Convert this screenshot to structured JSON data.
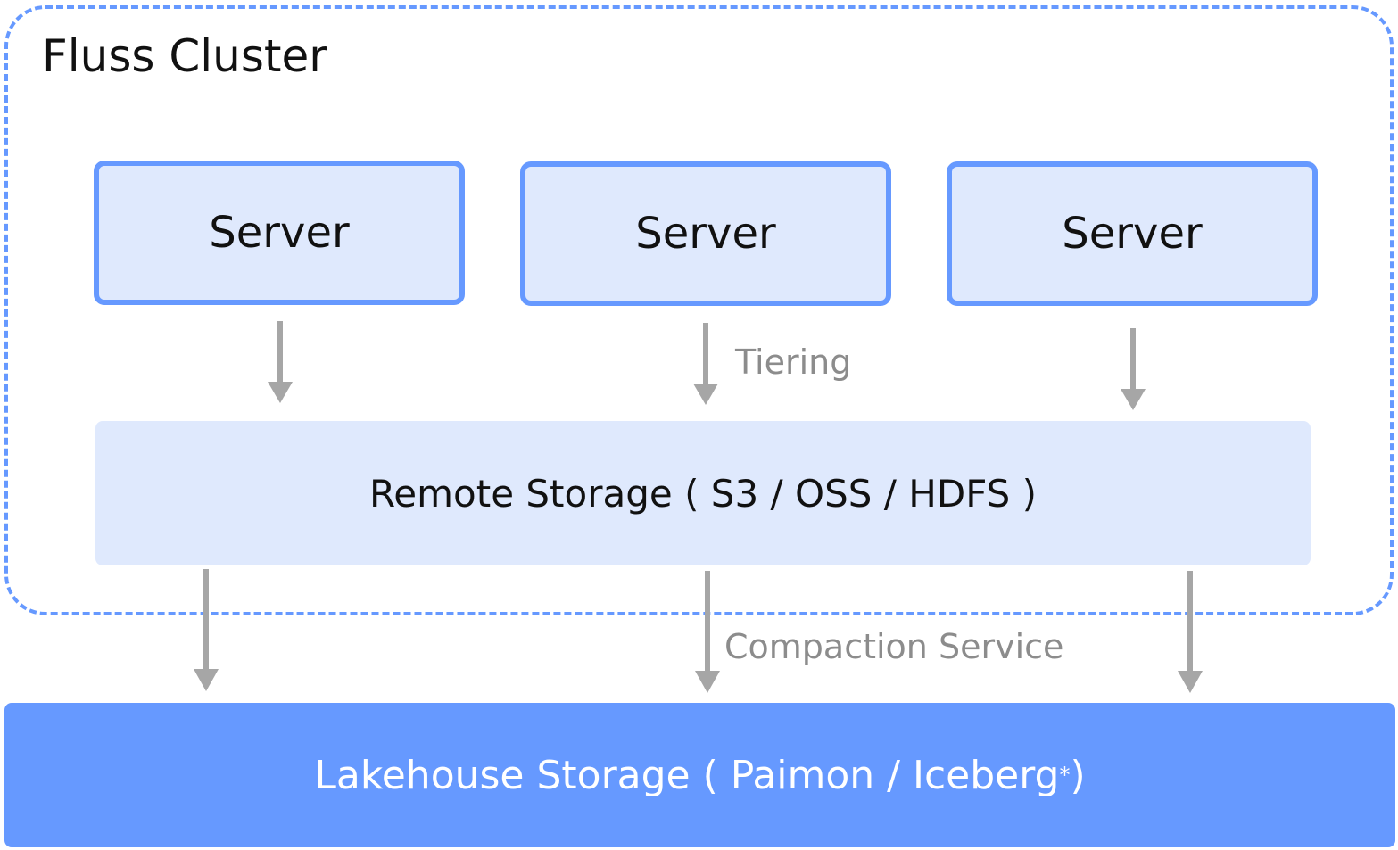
{
  "cluster": {
    "title": "Fluss Cluster"
  },
  "servers": [
    {
      "label": "Server"
    },
    {
      "label": "Server"
    },
    {
      "label": "Server"
    }
  ],
  "remote_storage": {
    "label": "Remote Storage ( S3 / OSS / HDFS )"
  },
  "lakehouse_storage": {
    "label": "Lakehouse Storage  ( Paimon / Iceberg",
    "footnote_mark": "*",
    "closing": ")"
  },
  "edges": {
    "tiering_label": "Tiering",
    "compaction_label": "Compaction Service"
  },
  "colors": {
    "accent": "#6699ff",
    "box_fill": "#dfe9fd",
    "arrow": "#a6a6a6",
    "edge_text": "#8c8c8c"
  }
}
